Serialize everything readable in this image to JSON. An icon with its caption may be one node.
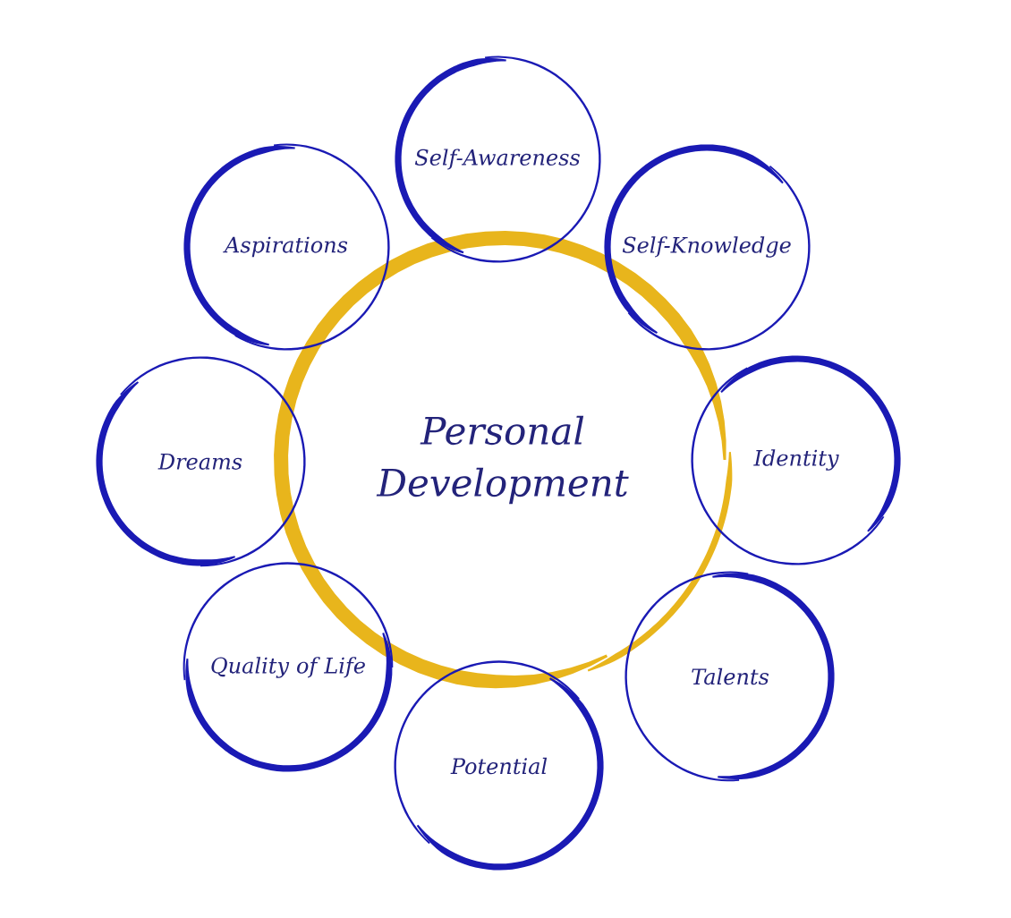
{
  "diagram": {
    "nodes": [
      {
        "text": [
          "Personal Development"
        ]
      },
      {
        "text": [
          "Self-Awareness"
        ]
      },
      {
        "text": [
          "Self-Knowledge"
        ]
      },
      {
        "text": [
          "Identity"
        ]
      },
      {
        "text": [
          "Talents"
        ]
      },
      {
        "text": [
          "Potential"
        ]
      },
      {
        "text": [
          "Quality of Life"
        ]
      },
      {
        "text": [
          "Dreams"
        ]
      },
      {
        "text": [
          "Aspirations"
        ]
      }
    ]
  }
}
